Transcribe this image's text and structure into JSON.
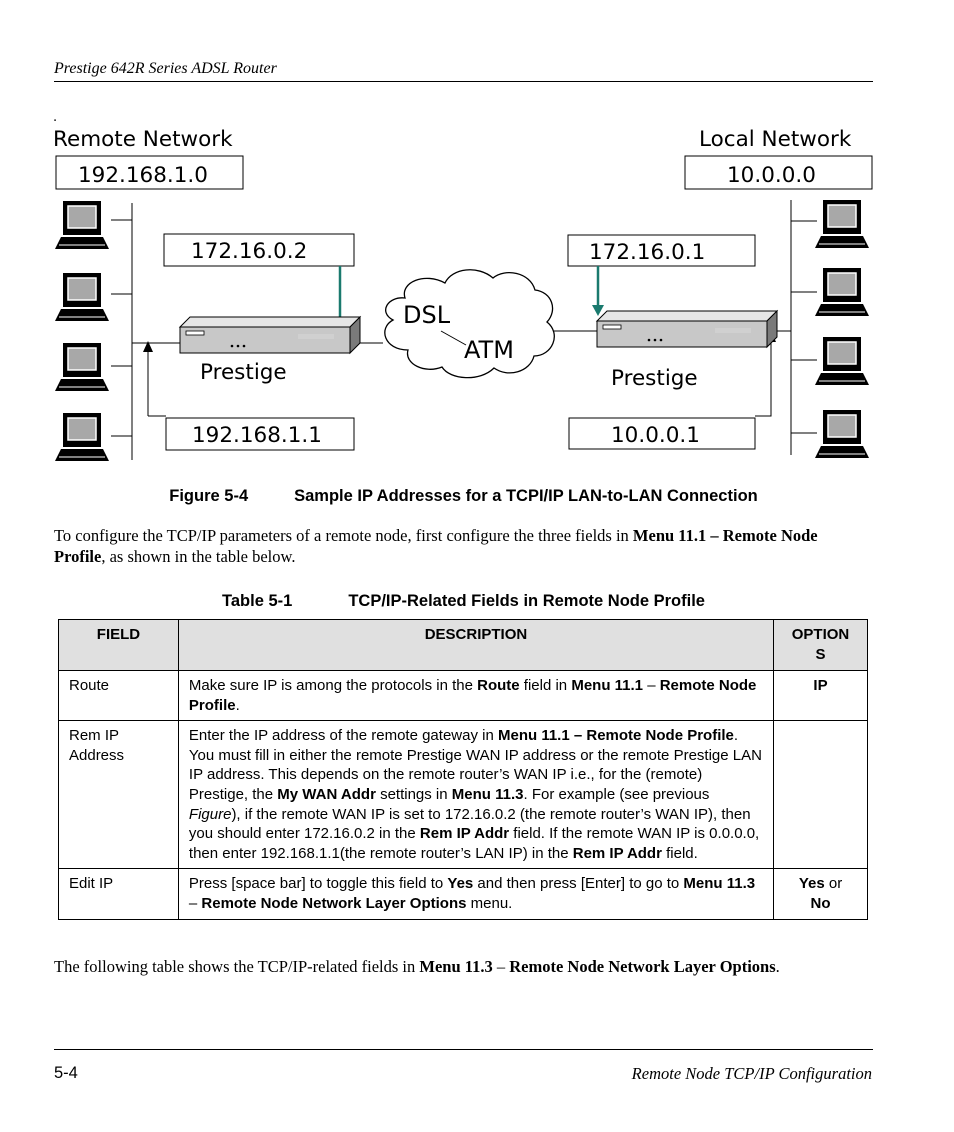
{
  "header": {
    "title": "Prestige 642R Series ADSL Router"
  },
  "figure": {
    "dot": ".",
    "remote_label": "Remote Network",
    "local_label": "Local Network",
    "remote_net": "192.168.1.0",
    "local_net": "10.0.0.0",
    "remote_wan_ip": "172.16.0.2",
    "local_wan_ip": "172.16.0.1",
    "remote_lan_ip": "192.168.1.1",
    "local_lan_ip": "10.0.0.1",
    "cloud_dsl": "DSL",
    "cloud_atm": "ATM",
    "router_left_label": "Prestige",
    "router_right_label": "Prestige",
    "caption_num": "Figure 5-4",
    "caption_text": "Sample IP Addresses for a TCPI/IP LAN-to-LAN Connection"
  },
  "intro": {
    "t1": "To configure the TCP/IP parameters of a remote node, first configure the three fields in ",
    "b1": "Menu 11.1 – Remote Node Profile",
    "t2": ", as shown in the table below."
  },
  "table": {
    "caption_num": "Table 5-1",
    "caption_text": "TCP/IP-Related Fields in Remote Node Profile",
    "headers": {
      "field": "FIELD",
      "description": "DESCRIPTION",
      "options_1": "OPTION",
      "options_2": "S"
    },
    "rows": [
      {
        "field": "Route",
        "d1": "Make sure IP is among the protocols in the ",
        "d2": "Route",
        "d3": " field in ",
        "d4": "Menu 11.1",
        "d5": " – ",
        "d6": "Remote Node Profile",
        "d7": ".",
        "option": "IP"
      },
      {
        "field_1": "Rem IP",
        "field_2": "Address",
        "d1": "Enter the IP address of the remote gateway in ",
        "d2": "Menu 11.1 – Remote Node Profile",
        "d3": ". You must fill in either the remote Prestige WAN IP address or the remote Prestige LAN IP address. This depends on the remote router’s WAN IP i.e., for the (remote) Prestige, the ",
        "d4": "My WAN Addr",
        "d5": " settings in ",
        "d6": "Menu 11.3",
        "d7": ". For example (see previous ",
        "d8": "Figure",
        "d9": "), if the remote WAN IP is set to 172.16.0.2 (the remote router’s WAN IP), then you should enter 172.16.0.2 in the ",
        "d10": "Rem IP Addr",
        "d11": " field.  If the remote WAN IP is 0.0.0.0, then enter 192.168.1.1(the remote router’s LAN IP) in the ",
        "d12": "Rem IP Addr",
        "d13": " field.",
        "option": ""
      },
      {
        "field": "Edit IP",
        "d1": "Press [space bar] to toggle this field to ",
        "d2": "Yes",
        "d3": " and then press [Enter] to go to ",
        "d4": "Menu 11.3",
        "d5": " – ",
        "d6": "Remote Node Network Layer Options",
        "d7": " menu.",
        "opt_yes": "Yes",
        "opt_or": " or",
        "opt_no": "No"
      }
    ]
  },
  "outro": {
    "t1": "The following table shows the TCP/IP-related fields in ",
    "b1": "Menu 11.3",
    "t2": " – ",
    "b2": "Remote Node Network Layer Options",
    "t3": "."
  },
  "footer": {
    "page": "5-4",
    "section": "Remote Node TCP/IP Configuration"
  }
}
